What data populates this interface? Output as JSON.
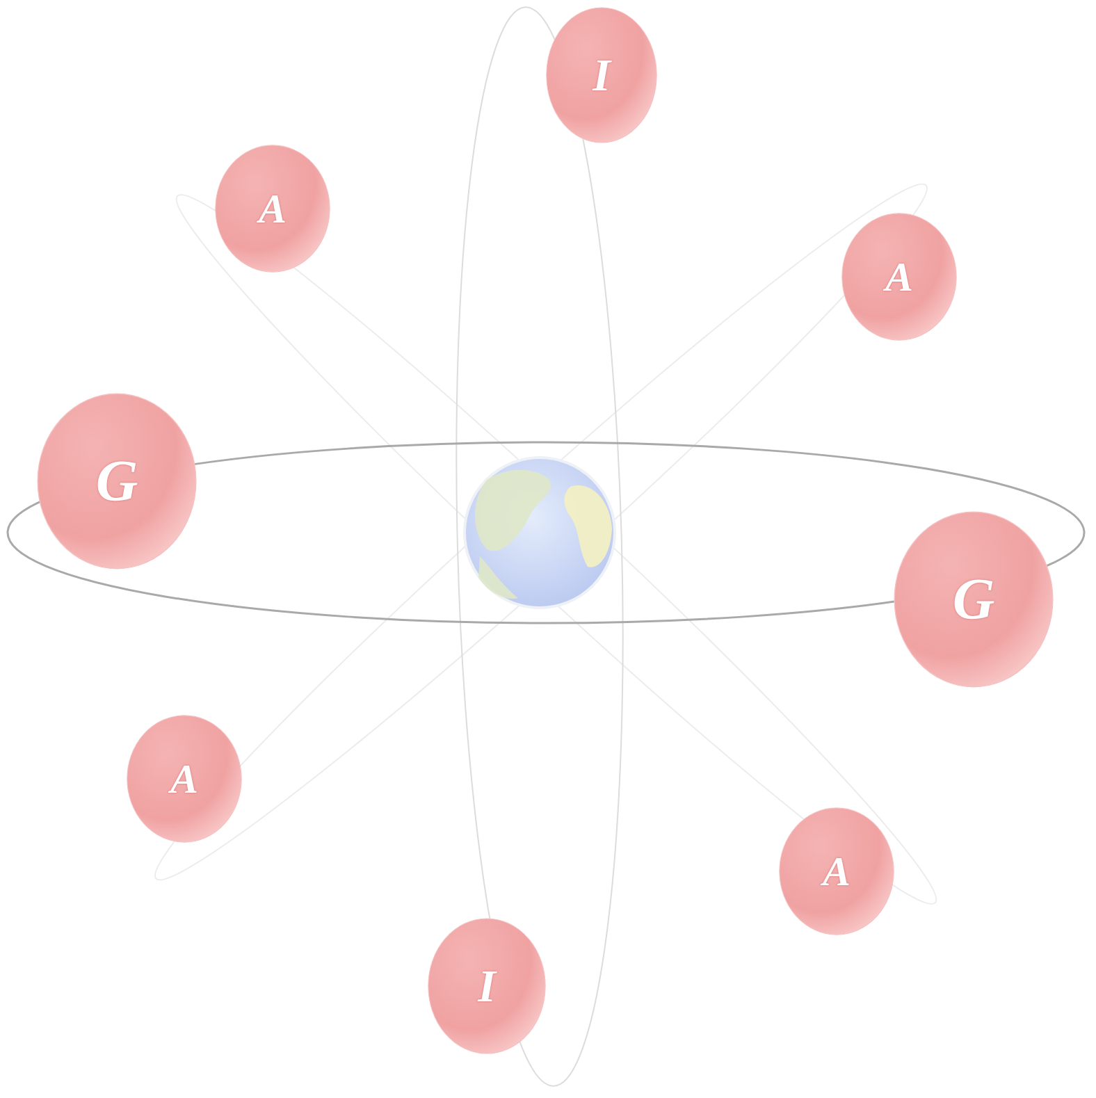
{
  "diagram": {
    "nodes": [
      {
        "text": [
          "I"
        ]
      },
      {
        "text": [
          "A"
        ]
      },
      {
        "text": [
          "A"
        ]
      },
      {
        "text": [
          "G"
        ]
      },
      {
        "text": [
          "G"
        ]
      },
      {
        "text": [
          "A"
        ]
      },
      {
        "text": [
          "A"
        ]
      },
      {
        "text": [
          "I"
        ]
      }
    ]
  }
}
